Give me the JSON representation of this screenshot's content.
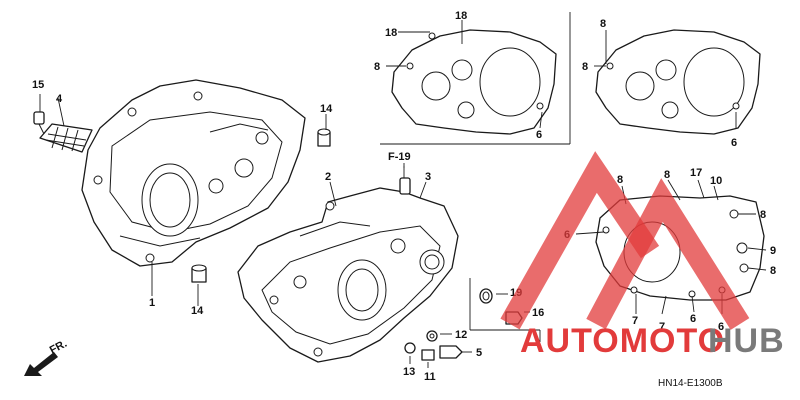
{
  "diagram": {
    "part_code": "HN14-E1300B",
    "front_arrow_label": "FR.",
    "reference_label": "F-19",
    "callouts": {
      "left_case": "1",
      "right_case": "2",
      "right_case_b": "3",
      "oil_screen": "4",
      "drain_bolt": "5",
      "cover_bolt_6": "6",
      "cover_bolt_7": "7",
      "cover_bolt_8": "8",
      "cover_bolt_9": "9",
      "gasket": "10",
      "drain_washer": "11",
      "drain_plug": "12",
      "plug_washer": "13",
      "dowel_pin": "14",
      "screen_bolt": "15",
      "oil_pin": "16",
      "cover_bolt_17": "17",
      "cover_bolt_18": "18",
      "o_ring": "19"
    }
  },
  "watermark": {
    "brand_part1": "AUTOMOTO",
    "brand_part2": "HUB",
    "colors": {
      "red": "#e23b3b",
      "gray": "#7a7a7a"
    }
  }
}
